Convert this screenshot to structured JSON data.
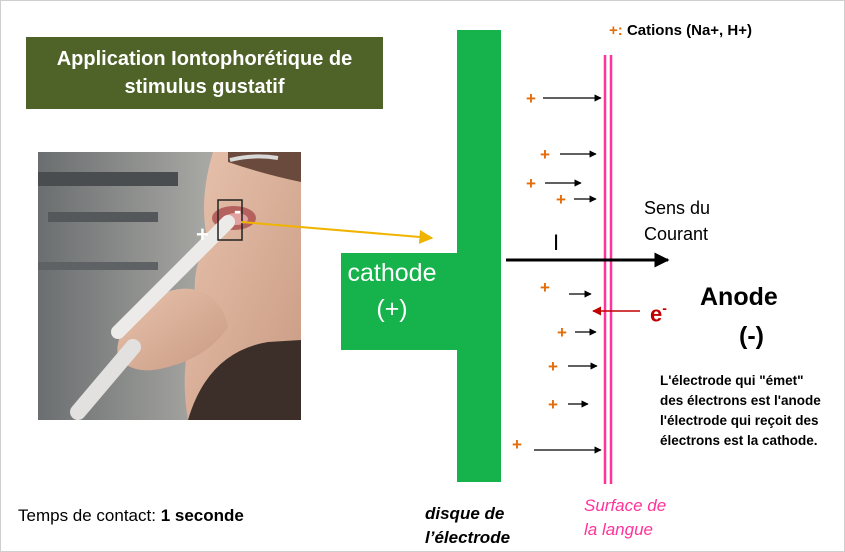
{
  "title": {
    "line1": "Application Iontophorétique  de",
    "line2": "stimulus gustatif"
  },
  "legend": {
    "symbol": "+:",
    "text": "Cations (Na+, H+)"
  },
  "photo": {
    "plus_mark": "+",
    "minus_mark": "-"
  },
  "cathode": {
    "label": "cathode",
    "sign": "(+)"
  },
  "current": {
    "sens_line1": "Sens du",
    "sens_line2": "Courant",
    "symbol": "I"
  },
  "electron": {
    "symbol": "e",
    "charge": "-"
  },
  "anode": {
    "label": "Anode",
    "sign": "(-)"
  },
  "explanation": [
    "L'électrode qui \"émet\"",
    "des électrons est l'anode",
    "l'électrode qui reçoit des",
    "électrons est la cathode."
  ],
  "contact_time": {
    "label": "Temps de contact: ",
    "value": "1 seconde"
  },
  "electrode_disc": {
    "line1": "disque de",
    "line2": "l’électrode"
  },
  "tongue_surface": {
    "line1": "Surface de",
    "line2": "la langue"
  },
  "cation_marker": "+",
  "colors": {
    "title_bg": "#4f6228",
    "electrode_green": "#16b24c",
    "tongue_pink": "#ff3399",
    "cation_orange": "#e46c0a",
    "electron_red": "#c00000",
    "pointer_yellow": "#f0b400"
  }
}
